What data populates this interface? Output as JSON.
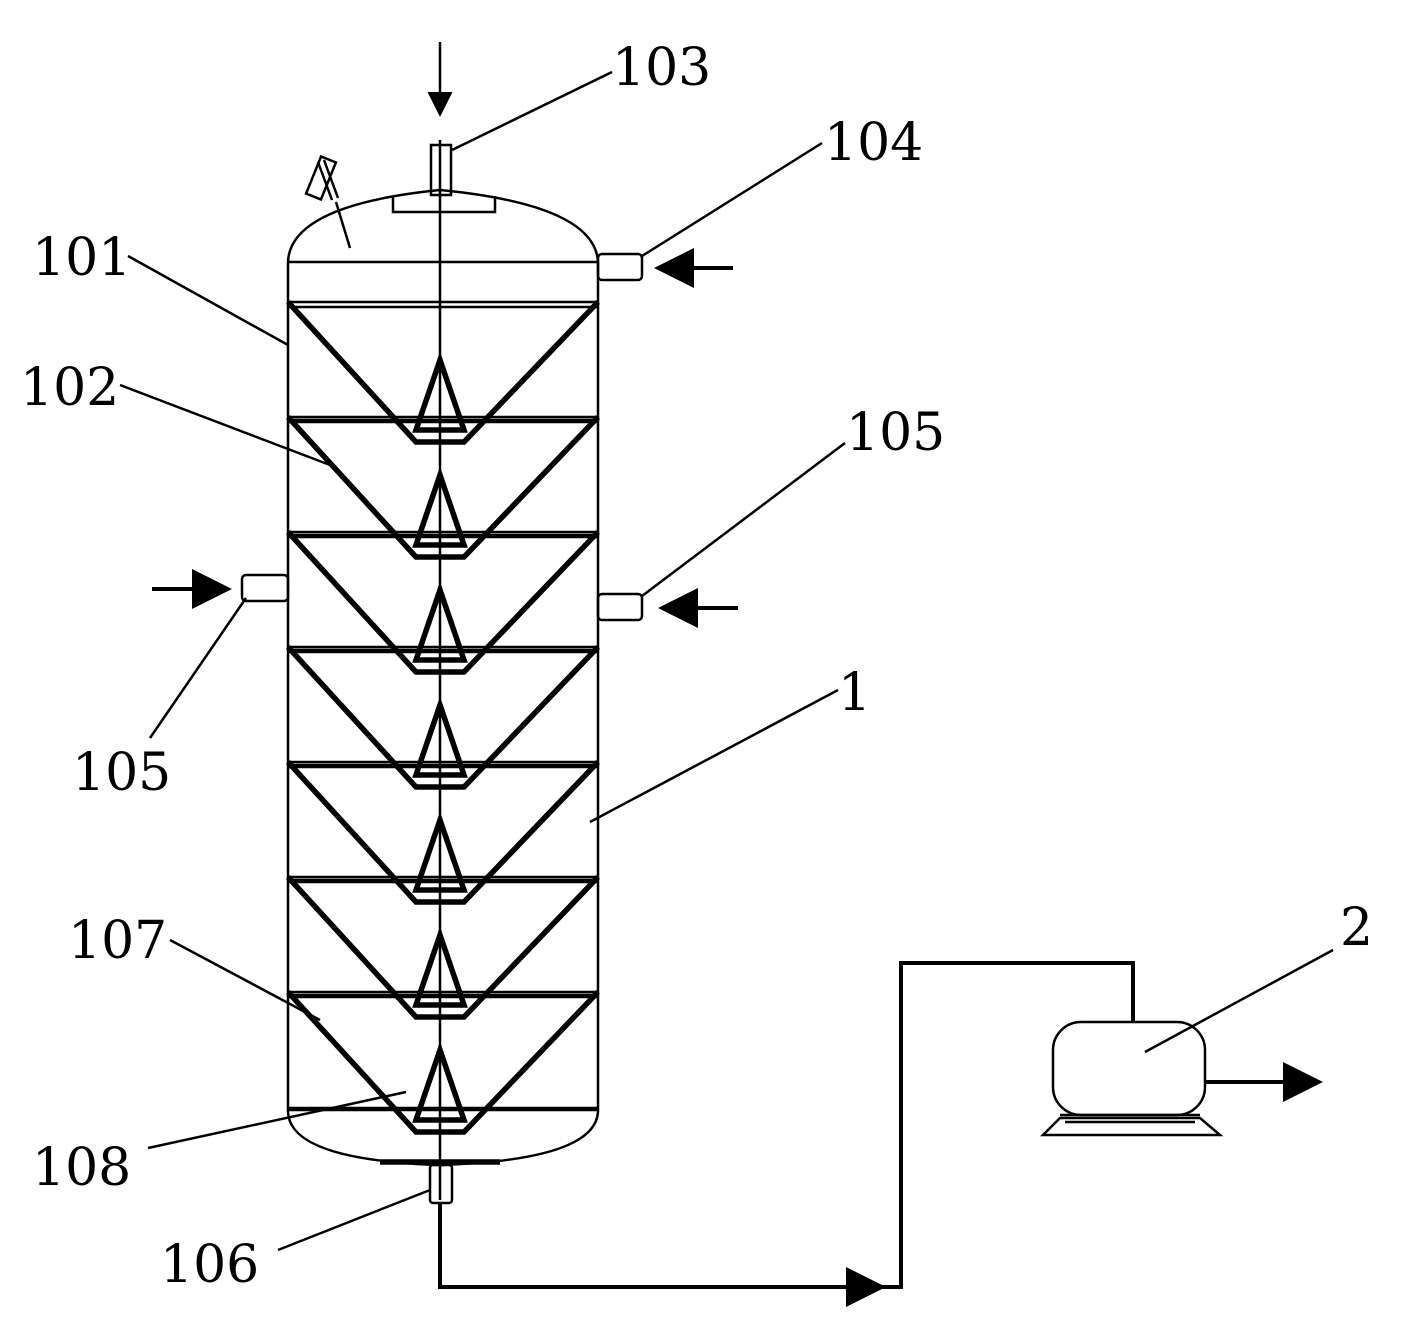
{
  "labels": {
    "feed_inlet": "103",
    "inlet_upper_right": "104",
    "shell": "101",
    "cone_plate": "102",
    "side_inlet_right": "105",
    "side_inlet_left": "105",
    "reactor": "1",
    "lower_plate": "107",
    "bottom_cone": "108",
    "bottom_outlet": "106",
    "pump": "2"
  },
  "colors": {
    "line": "#000000",
    "background": "#ffffff"
  },
  "stage_count": 7
}
